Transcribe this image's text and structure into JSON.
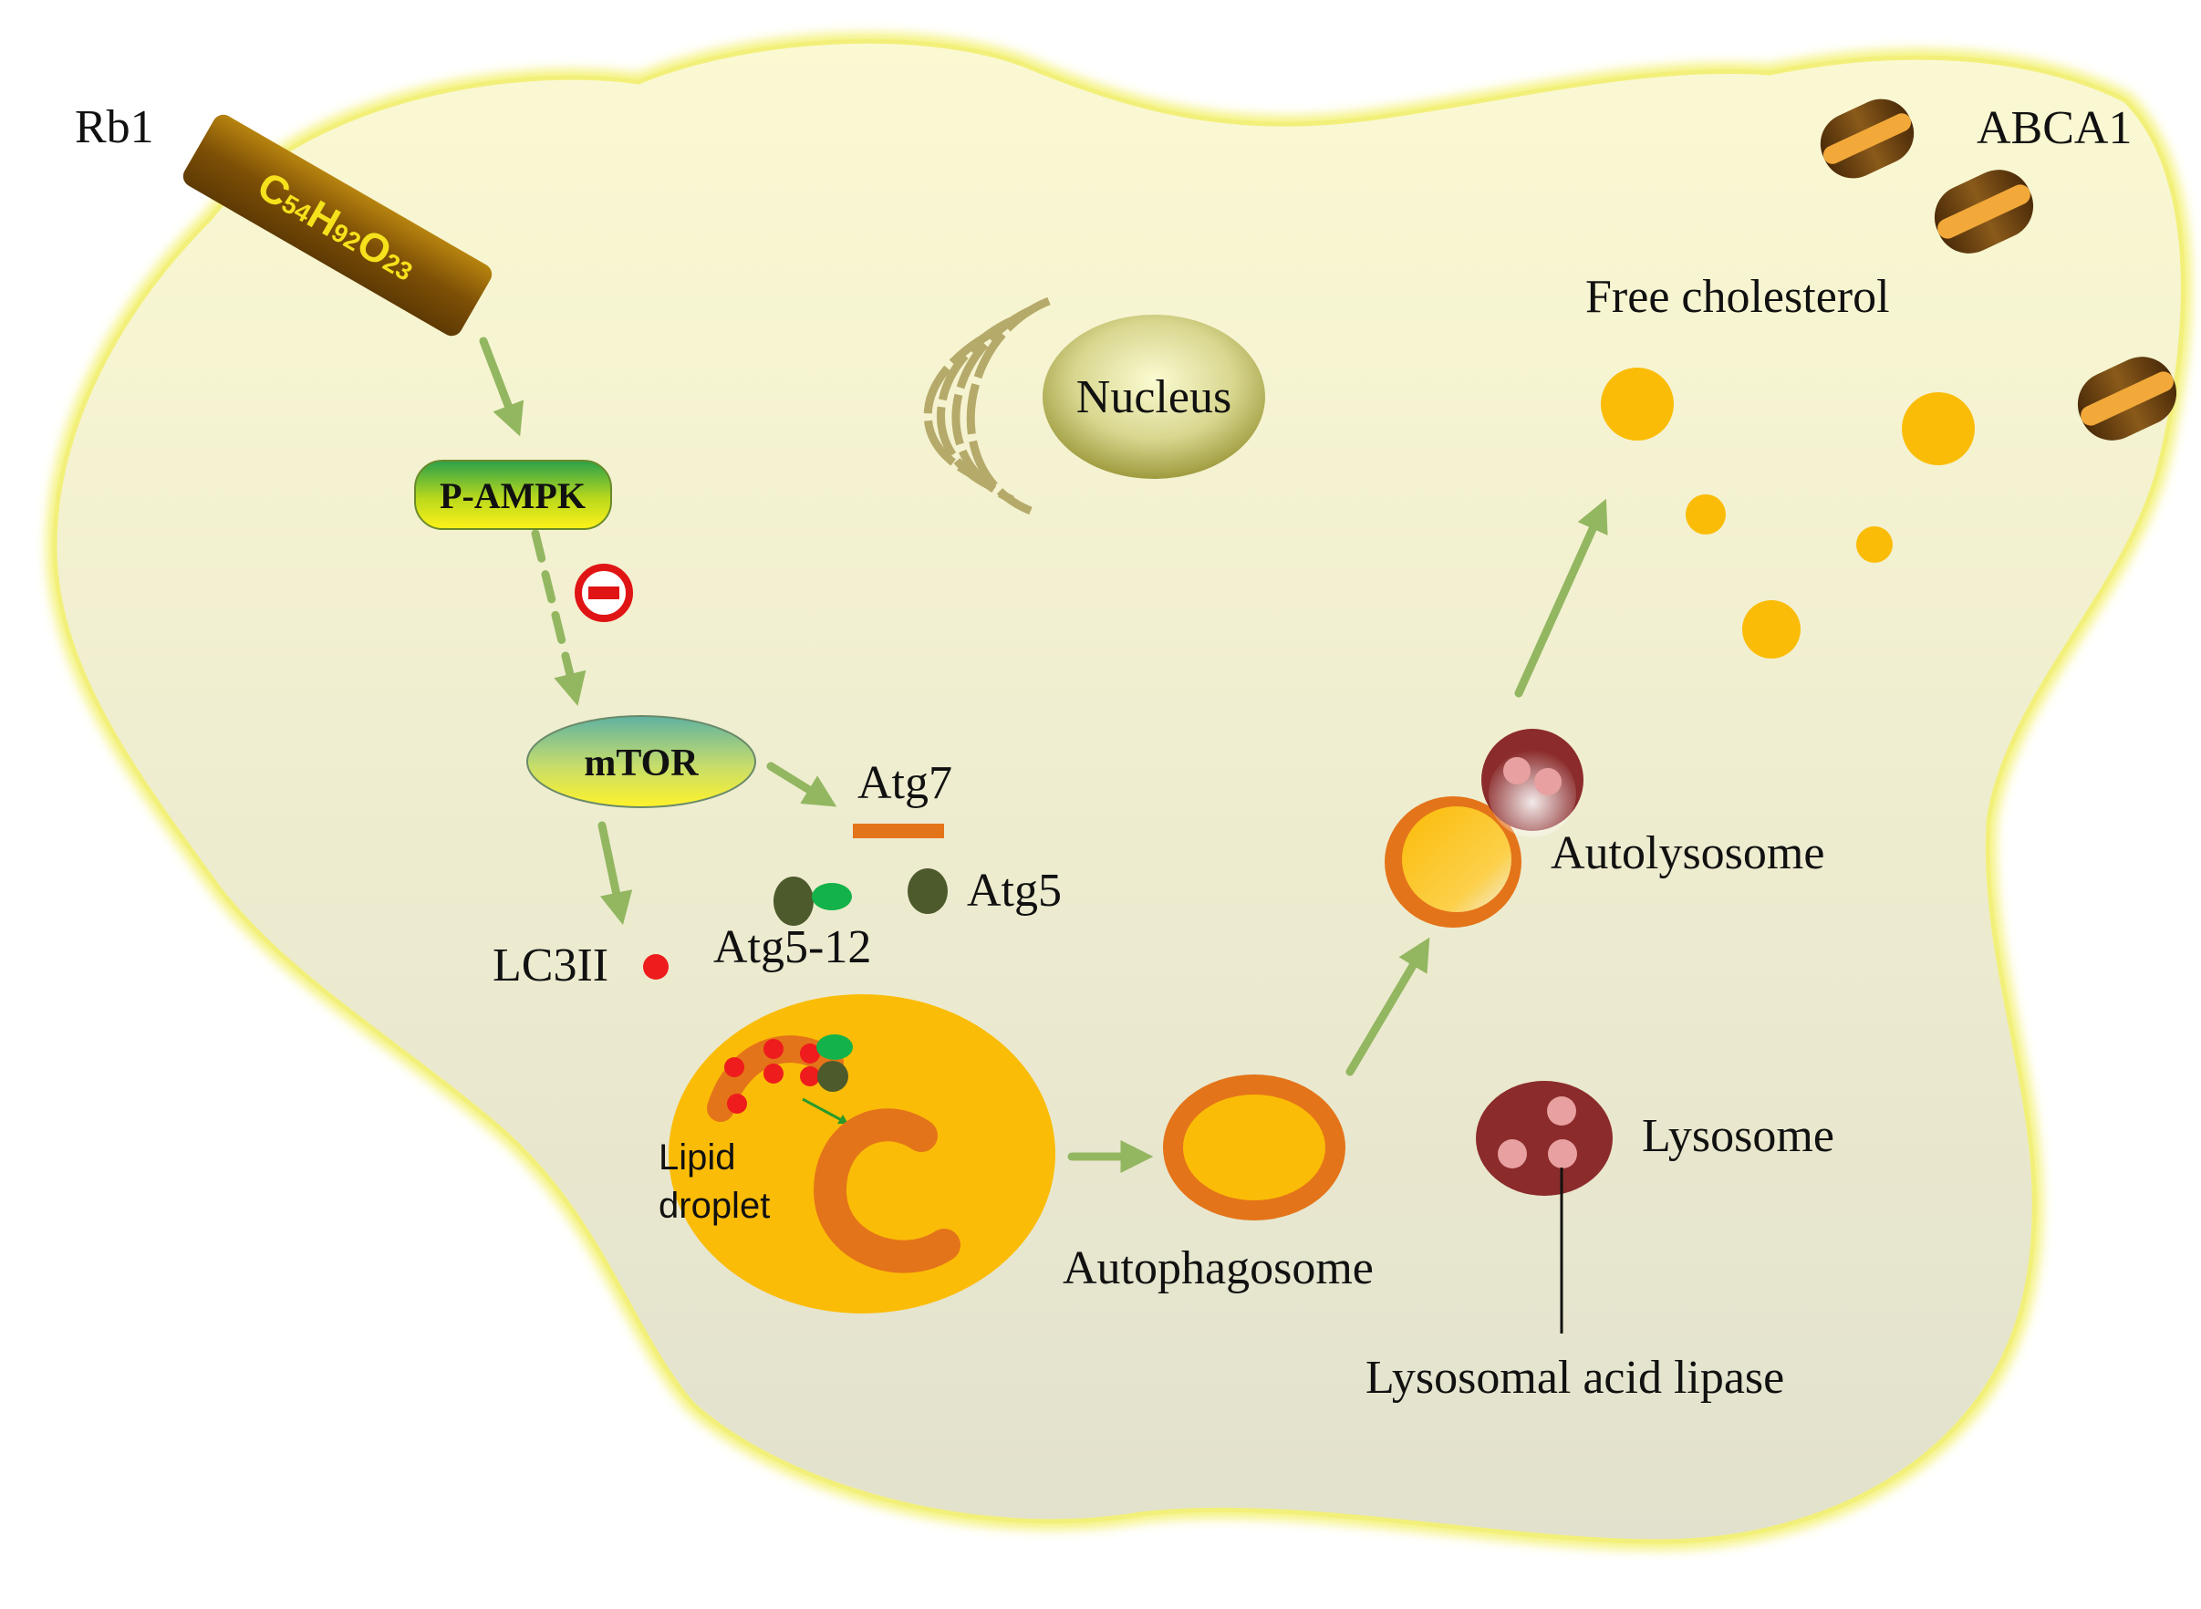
{
  "labels": {
    "rb1": "Rb1",
    "formula": {
      "c": "C",
      "c_sub": "54",
      "h": "H",
      "h_sub": "92",
      "o": "O",
      "o_sub": "23"
    },
    "p_ampk": "P-AMPK",
    "mtor": "mTOR",
    "atg7": "Atg7",
    "atg5": "Atg5",
    "atg5_12": "Atg5-12",
    "lc3ii": "LC3II",
    "nucleus": "Nucleus",
    "lipid_line1": "Lipid",
    "lipid_line2": "droplet",
    "autophagosome": "Autophagosome",
    "autolysosome": "Autolysosome",
    "lysosome": "Lysosome",
    "lysosomal_acid_lipase": "Lysosomal acid lipase",
    "free_cholesterol": "Free cholesterol",
    "abca1": "ABCA1"
  },
  "colors": {
    "cell_fill_top": "#f9f7cf",
    "cell_fill_bottom": "#e3e2cd",
    "cell_border": "#f2f07a",
    "arrow": "#93b761",
    "rb1_bar": "#8a5a08",
    "formula_text": "#f6e21c",
    "lipid_droplet": "#fbbc07",
    "autophagosome_ring": "#e47419",
    "lysosome": "#8b2b2b",
    "lysosome_granule": "#e8a0a0",
    "atg5": "#4d5a2b",
    "atg12": "#13b24a",
    "lc3ii": "#ee1c1c",
    "cholesterol": "#fbbc07",
    "inhibit": "#e01414",
    "nucleus": "#a8a64a",
    "er": "#b5aa6a",
    "abca1": "#7a4a18"
  }
}
